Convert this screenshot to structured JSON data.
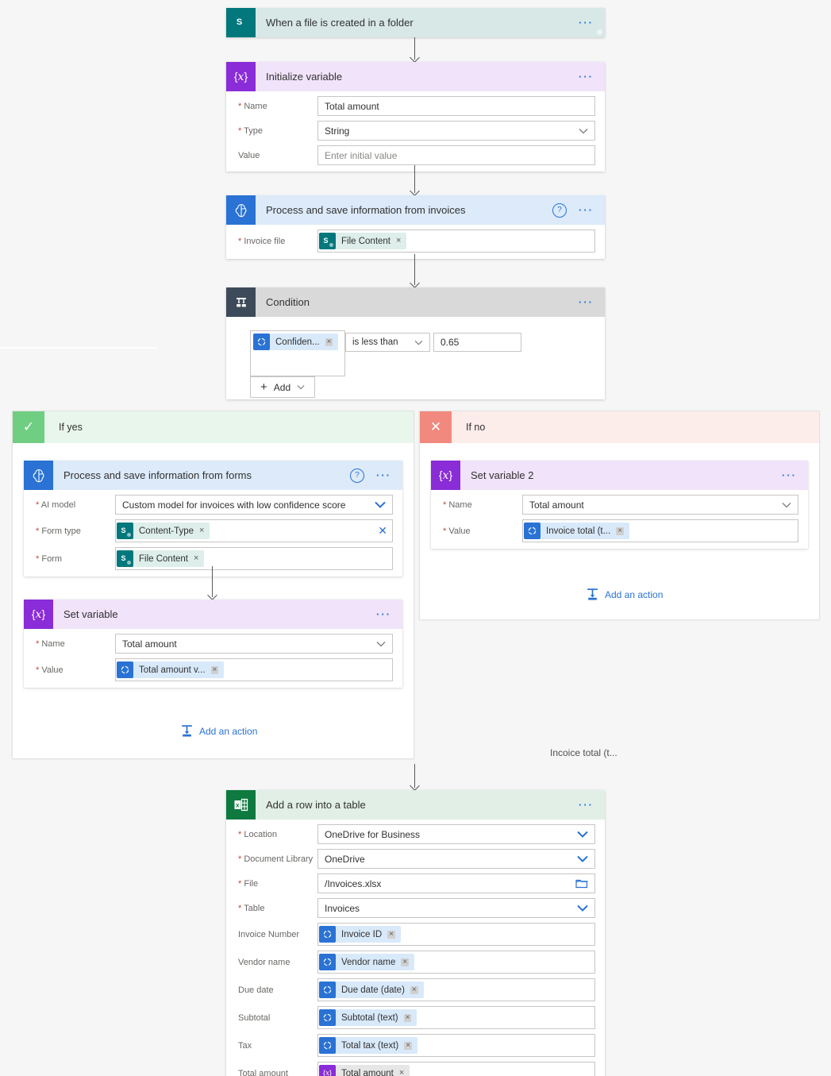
{
  "icons": {
    "more": "···",
    "help": "?",
    "close": "×",
    "clear": "✕",
    "plus": "+",
    "check": "✓",
    "cross": "✕"
  },
  "colors": {
    "accent_blue": "#2a72d4",
    "sharepoint_teal": "#03787c",
    "teal_header": "#d7e8e7",
    "variable_purple": "#8a2cd7",
    "purple_header": "#f0e3fa",
    "ai_blue": "#2f7ad9",
    "blue_header": "#dceafa",
    "condition_dark": "#3d4a59",
    "gray_header": "#d9d9d9",
    "excel_green": "#0e7a40",
    "green_header": "#e1efe7",
    "ifyes_green": "#70ce83",
    "ifyes_header": "#e8f6eb",
    "ifno_red": "#f2897e",
    "ifno_header": "#fcecea"
  },
  "trigger": {
    "title": "When a file is created in a folder"
  },
  "initialize_variable": {
    "title": "Initialize variable",
    "name_label": "Name",
    "name_value": "Total amount",
    "type_label": "Type",
    "type_value": "String",
    "value_label": "Value",
    "value_placeholder": "Enter initial value"
  },
  "process_invoices": {
    "title": "Process and save information from invoices",
    "invoice_file_label": "Invoice file",
    "invoice_file_token": "File Content"
  },
  "condition": {
    "title": "Condition",
    "operand_token": "Confiden...",
    "operator_value": "is less than",
    "value": "0.65",
    "add_button_label": "Add"
  },
  "if_yes": {
    "label": "If yes",
    "forms_card": {
      "title": "Process and save information from forms",
      "ai_model_label": "AI model",
      "ai_model_value": "Custom model for invoices with low confidence score",
      "form_type_label": "Form type",
      "form_type_token": "Content-Type",
      "form_label": "Form",
      "form_token": "File Content"
    },
    "set_variable": {
      "title": "Set variable",
      "name_label": "Name",
      "name_value": "Total amount",
      "value_label": "Value",
      "value_token": "Total amount v..."
    },
    "add_action_label": "Add an action"
  },
  "if_no": {
    "label": "If no",
    "set_variable2": {
      "title": "Set variable 2",
      "name_label": "Name",
      "name_value": "Total amount",
      "value_label": "Value",
      "value_token": "Invoice total (t..."
    },
    "add_action_label": "Add an action"
  },
  "floating_text": "Incoice total (t...",
  "add_row": {
    "title": "Add a row into a table",
    "selects": [
      {
        "label": "Location",
        "value": "OneDrive for Business"
      },
      {
        "label": "Document Library",
        "value": "OneDrive"
      },
      {
        "label": "File",
        "value": "/Invoices.xlsx"
      },
      {
        "label": "Table",
        "value": "Invoices"
      }
    ],
    "token_rows": [
      {
        "label": "Invoice Number",
        "token": "Invoice ID"
      },
      {
        "label": "Vendor name",
        "token": "Vendor name"
      },
      {
        "label": "Due date",
        "token": "Due date (date)"
      },
      {
        "label": "Subtotal",
        "token": "Subtotal (text)"
      },
      {
        "label": "Tax",
        "token": "Total tax (text)"
      },
      {
        "label": "Total amount",
        "token": "Total amount"
      }
    ]
  }
}
